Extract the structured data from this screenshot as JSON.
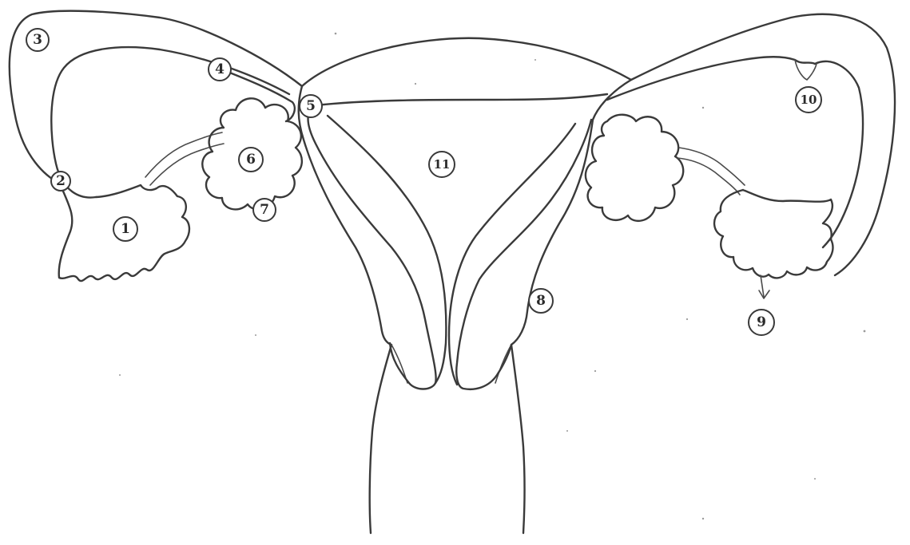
{
  "markers": [
    {
      "id": "m1",
      "text": "1"
    },
    {
      "id": "m2",
      "text": "2"
    },
    {
      "id": "m3",
      "text": "3"
    },
    {
      "id": "m4",
      "text": "4"
    },
    {
      "id": "m5",
      "text": "5"
    },
    {
      "id": "m6",
      "text": "6"
    },
    {
      "id": "m7",
      "text": "7"
    },
    {
      "id": "m8",
      "text": "8"
    },
    {
      "id": "m9",
      "text": "9"
    },
    {
      "id": "m10",
      "text": "10"
    },
    {
      "id": "m11",
      "text": "11"
    }
  ],
  "colors": {
    "line": "#3a3a3a",
    "background": "#ffffff"
  }
}
